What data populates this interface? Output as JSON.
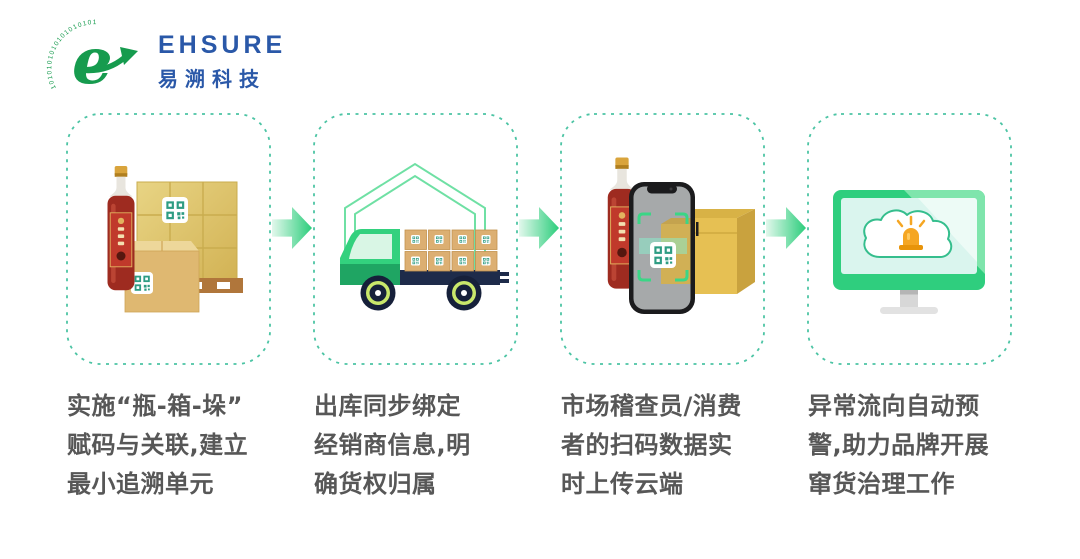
{
  "brand": {
    "name_en": "EHSURE",
    "name_zh": "易溯科技",
    "logo_binary_digits": "1010101010101010101"
  },
  "steps": [
    {
      "name": "bottle-box-pallet-coding",
      "caption_lines": [
        "实施“瓶-箱-垛”",
        "赋码与关联,建立",
        "最小追溯单元"
      ]
    },
    {
      "name": "outbound-binding",
      "caption_lines": [
        "出库同步绑定",
        "经销商信息,明",
        "确货权归属"
      ]
    },
    {
      "name": "scan-upload-cloud",
      "caption_lines": [
        "市场稽查员/消费",
        "者的扫码数据实",
        "时上传云端"
      ]
    },
    {
      "name": "abnormal-flow-alert",
      "caption_lines": [
        "异常流向自动预",
        "警,助力品牌开展",
        "窜货治理工作"
      ]
    }
  ],
  "colors": {
    "panel_border": "#4CC4A4",
    "caption_text": "#575757",
    "brand_blue": "#2A58A8",
    "logo_green": "#169B4E",
    "arrow_green": "#2BCD7B",
    "truck_green": "#33D17E",
    "navy": "#1E2B4A",
    "box_tan": "#DFB273",
    "pallet_gold": "#DCC26A",
    "bottle_red": "#9E2B20",
    "qr_teal": "#2E9C83",
    "alarm_orange": "#F5A623",
    "monitor_green": "#2FCE7E",
    "screen_mint": "#DAF5EE"
  }
}
